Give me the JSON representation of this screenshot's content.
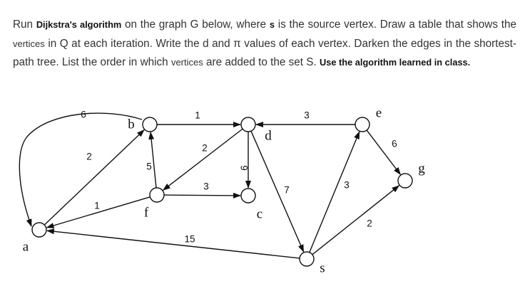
{
  "problem": {
    "run": "Run",
    "algo": "Dijkstra's algorithm",
    "p1": "on the graph G below, where",
    "src": "s",
    "p2": "is the source vertex. Draw a table that shows the",
    "vertices1": "vertices",
    "p3": "in Q at each iteration. Write the d and π values of each vertex. Darken the edges in the shortest-path tree. List the order in which",
    "vertices2": "vertices",
    "p4": "are added to the set S.",
    "instruction": "Use the algorithm learned in class."
  },
  "graph": {
    "vertices": [
      {
        "id": "a",
        "label": "a"
      },
      {
        "id": "b",
        "label": "b"
      },
      {
        "id": "f",
        "label": "f"
      },
      {
        "id": "d",
        "label": "d"
      },
      {
        "id": "c",
        "label": "c"
      },
      {
        "id": "e",
        "label": "e"
      },
      {
        "id": "g",
        "label": "g"
      },
      {
        "id": "s",
        "label": "s"
      }
    ],
    "edges": [
      {
        "from": "a",
        "to": "b",
        "weight": "2"
      },
      {
        "from": "b",
        "to": "d",
        "weight": "1"
      },
      {
        "from": "b",
        "to": "a",
        "weight": "6"
      },
      {
        "from": "f",
        "to": "a",
        "weight": "1"
      },
      {
        "from": "f",
        "to": "b",
        "weight": "5"
      },
      {
        "from": "d",
        "to": "f",
        "weight": "2"
      },
      {
        "from": "f",
        "to": "c",
        "weight": "3"
      },
      {
        "from": "d",
        "to": "c",
        "weight": "9"
      },
      {
        "from": "e",
        "to": "d",
        "weight": "3"
      },
      {
        "from": "d",
        "to": "s",
        "weight": "7"
      },
      {
        "from": "s",
        "to": "e",
        "weight": "3"
      },
      {
        "from": "e",
        "to": "g",
        "weight": "6"
      },
      {
        "from": "s",
        "to": "g",
        "weight": "2"
      },
      {
        "from": "s",
        "to": "a",
        "weight": "15"
      }
    ]
  }
}
